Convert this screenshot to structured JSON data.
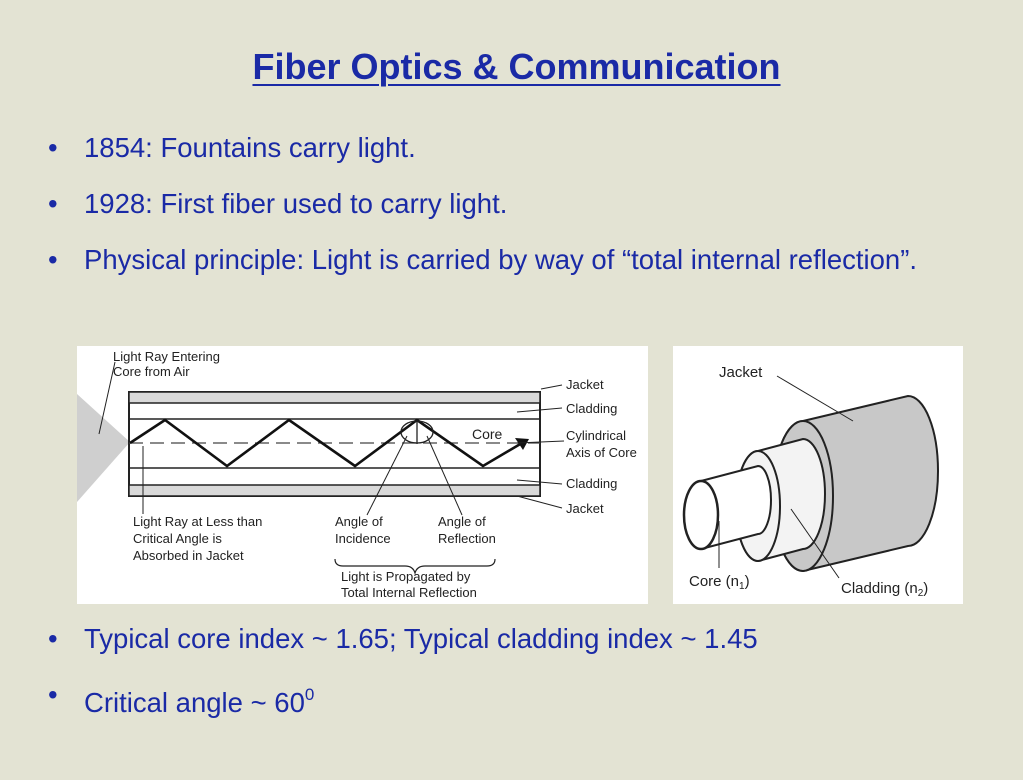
{
  "title": "Fiber Optics & Communication",
  "bullets_top": [
    "1854: Fountains carry light.",
    "1928: First fiber used to carry light.",
    "Physical principle: Light is carried by way of “total internal reflection”."
  ],
  "bullets_bottom": [
    "Typical core index ~ 1.65; Typical cladding index ~ 1.45",
    {
      "text": "Critical angle ~ 60",
      "superscript": "0"
    }
  ],
  "fiber_diagram": {
    "label_entering_line1": "Light Ray Entering",
    "label_entering_line2": "Core from Air",
    "label_jacket_top": "Jacket",
    "label_cladding_top": "Cladding",
    "label_core": "Core",
    "label_axis_line1": "Cylindrical",
    "label_axis_line2": "Axis of Core",
    "label_cladding_bottom": "Cladding",
    "label_jacket_bottom": "Jacket",
    "label_absorbed_line1": "Light Ray at Less than",
    "label_absorbed_line2": "Critical Angle is",
    "label_absorbed_line3": "Absorbed in Jacket",
    "label_incidence_line1": "Angle of",
    "label_incidence_line2": "Incidence",
    "label_reflection_line1": "Angle of",
    "label_reflection_line2": "Reflection",
    "label_propagated_line1": "Light is Propagated by",
    "label_propagated_line2": "Total Internal Reflection"
  },
  "cable_diagram": {
    "label_jacket": "Jacket",
    "label_core": "Core (n",
    "label_core_sub": "1",
    "label_cladding": "Cladding (n",
    "label_cladding_sub": "2",
    "close_paren": ")"
  }
}
